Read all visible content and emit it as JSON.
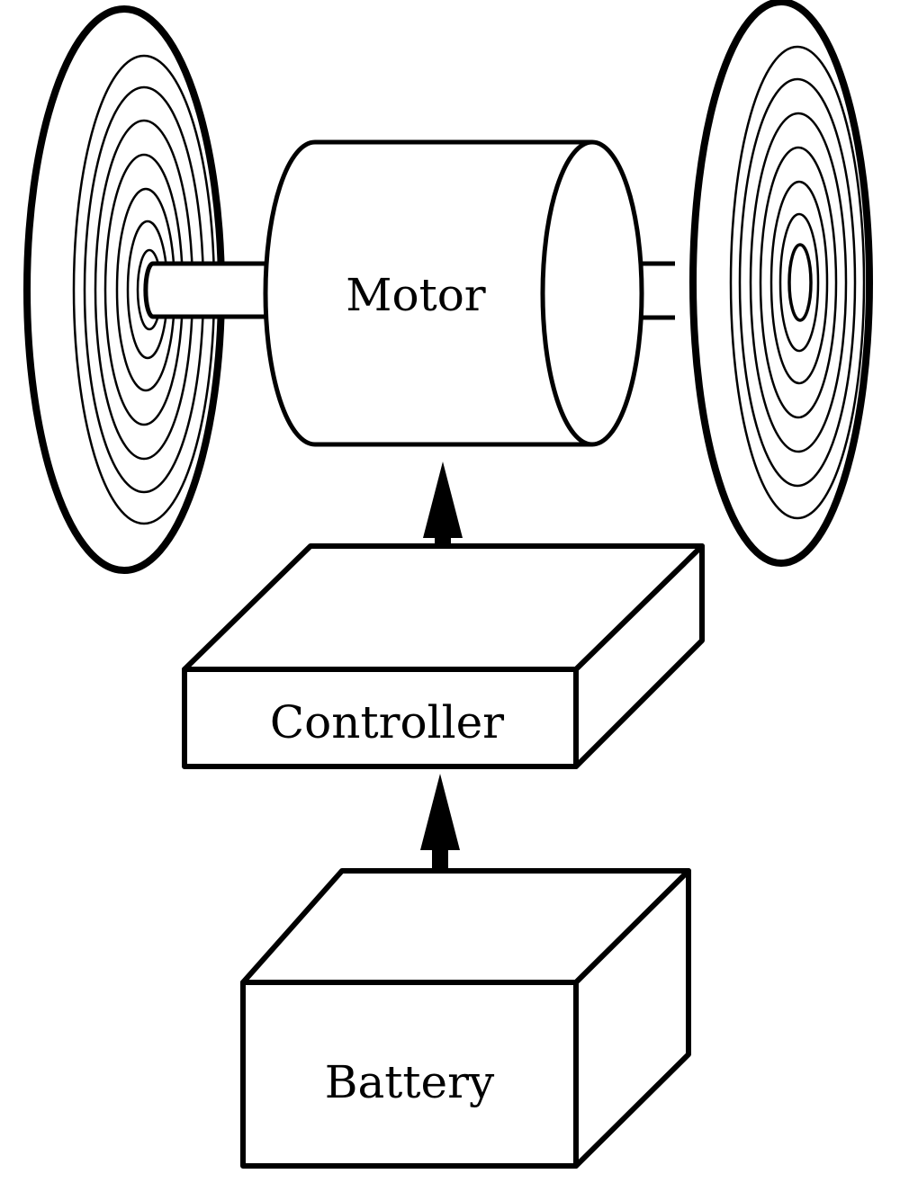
{
  "diagram": {
    "components": {
      "motor": {
        "label": "Motor"
      },
      "controller": {
        "label": "Controller"
      },
      "battery": {
        "label": "Battery"
      }
    },
    "connections": [
      {
        "from": "battery",
        "to": "controller"
      },
      {
        "from": "controller",
        "to": "motor"
      }
    ]
  }
}
